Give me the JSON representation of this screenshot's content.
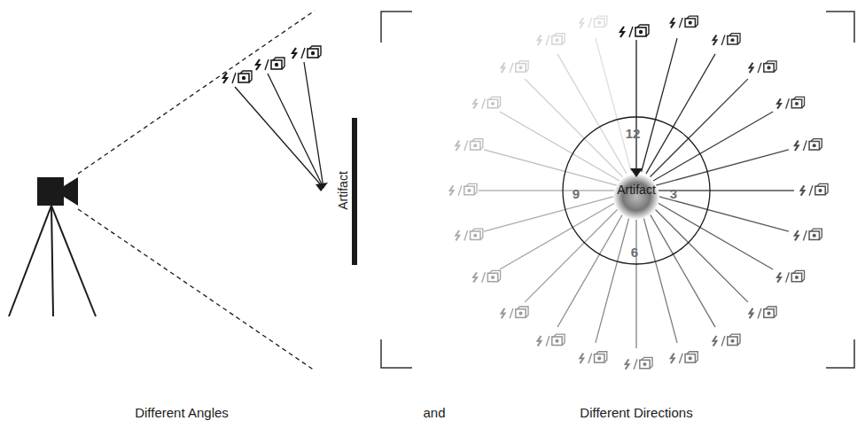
{
  "diagram": {
    "labels": [
      "Artifact",
      "12",
      "9",
      "3",
      "6",
      "Artifact",
      "Different Angles",
      "and",
      "Different Directions"
    ]
  }
}
